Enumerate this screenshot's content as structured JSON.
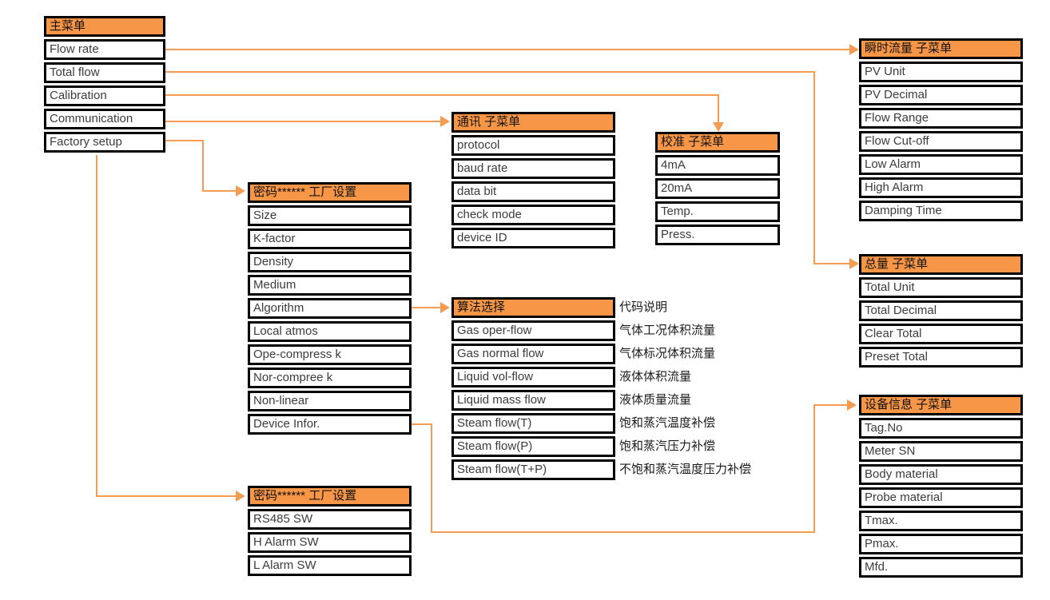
{
  "colors": {
    "accent_orange": "#F79646",
    "connector_orange": "#F59B52",
    "border_black": "#000000",
    "text_gray": "#3c3c3c"
  },
  "boxes": {
    "main_menu": {
      "title": "主菜单",
      "items": [
        "Flow rate",
        "Total flow",
        "Calibration",
        "Communication",
        "Factory setup"
      ]
    },
    "flow_rate_submenu": {
      "title": "瞬时流量 子菜单",
      "items": [
        "PV Unit",
        "PV Decimal",
        "Flow Range",
        "Flow Cut-off",
        "Low Alarm",
        "High Alarm",
        "Damping Time"
      ]
    },
    "total_flow_submenu": {
      "title": "总量 子菜单",
      "items": [
        "Total Unit",
        "Total Decimal",
        "Clear Total",
        "Preset Total"
      ]
    },
    "calibration_submenu": {
      "title": "校准 子菜单",
      "items": [
        "4mA",
        "20mA",
        "Temp.",
        "Press."
      ]
    },
    "communication_submenu": {
      "title": "通讯 子菜单",
      "items": [
        "protocol",
        "baud rate",
        "data bit",
        "check mode",
        "device ID"
      ]
    },
    "factory_setup_submenu": {
      "title": "密码****** 工厂设置",
      "items": [
        "Size",
        "K-factor",
        "Density",
        "Medium",
        "Algorithm",
        "Local atmos",
        "Ope-compress k",
        "Nor-compree k",
        "Non-linear",
        "Device Infor."
      ]
    },
    "factory_setup_submenu2": {
      "title": "密码****** 工厂设置",
      "items": [
        "RS485 SW",
        "H Alarm SW",
        "L Alarm SW"
      ]
    },
    "algorithm_submenu": {
      "title": "算法选择",
      "items": [
        "Gas oper-flow",
        "Gas normal flow",
        "Liquid vol-flow",
        "Liquid mass flow",
        "Steam flow(T)",
        "Steam flow(P)",
        "Steam flow(T+P)"
      ],
      "descriptions_title": "代码说明",
      "descriptions": [
        "气体工况体积流量",
        "气体标况体积流量",
        "液体体积流量",
        "液体质量流量",
        "饱和蒸汽温度补偿",
        "饱和蒸汽压力补偿",
        "不饱和蒸汽温度压力补偿"
      ]
    },
    "device_info_submenu": {
      "title": "设备信息 子菜单",
      "items": [
        "Tag.No",
        "Meter SN",
        "Body material",
        "Probe material",
        "Tmax.",
        "Pmax.",
        "Mfd."
      ]
    }
  },
  "connections": [
    {
      "from": "Flow rate",
      "to": "瞬时流量 子菜单"
    },
    {
      "from": "Total flow",
      "to": "总量 子菜单"
    },
    {
      "from": "Calibration",
      "to": "校准 子菜单"
    },
    {
      "from": "Communication",
      "to": "通讯 子菜单"
    },
    {
      "from": "Factory setup",
      "to": "密码****** 工厂设置"
    },
    {
      "from": "主菜单",
      "to": "密码****** 工厂设置 (RS485/Alarm SW)"
    },
    {
      "from": "Algorithm",
      "to": "算法选择"
    },
    {
      "from": "Device Infor.",
      "to": "设备信息 子菜单"
    }
  ]
}
